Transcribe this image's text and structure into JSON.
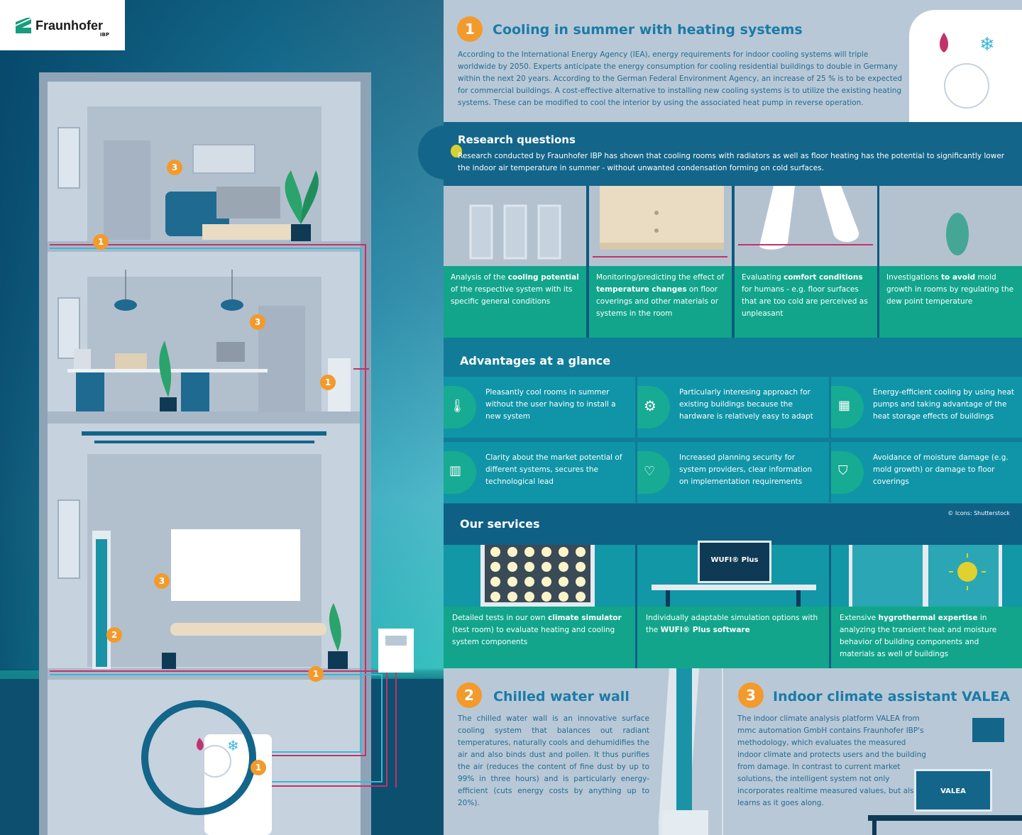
{
  "logo": {
    "name": "Fraunhofer",
    "sub": "IBP"
  },
  "left": {
    "markers": [
      "3",
      "1",
      "3",
      "1",
      "3",
      "2",
      "1",
      "1"
    ]
  },
  "sec1": {
    "number": "1",
    "title": "Cooling in summer with heating systems",
    "body": "According to the International Energy Agency (IEA), energy requirements for indoor cooling systems will triple worldwide by 2050. Experts anticipate the energy consumption for cooling residential buildings to double in Germany within the next 20 years. According to the German Federal Environment Agency, an increase of 25 % is to be expected for commercial buildings. A cost-effective alternative to installing new cooling systems is to utilize the existing heating systems. These can be modified to cool the interior by using the associated heat pump in reverse operation."
  },
  "research": {
    "title": "Research questions",
    "body": "Research conducted by Fraunhofer IBP has shown that cooling rooms with radiators as well as floor heating has the potential to significantly lower the indoor air temperature in summer - without unwanted condensation forming on cold surfaces."
  },
  "cards": [
    {
      "pre": "Analysis of the ",
      "bold": "cooling potential",
      "post": " of the respective system with its specific general conditions"
    },
    {
      "pre": "Monitoring/predicting the effect of ",
      "bold": "temperature changes",
      "post": " on floor coverings and other materials or systems in the room"
    },
    {
      "pre": "Evaluating ",
      "bold": "comfort conditions",
      "post": " for humans - e.g. floor surfaces that are too cold are perceived as unpleasant"
    },
    {
      "pre": "Investigations ",
      "bold": "to avoid",
      "post": " mold growth in rooms by regulating the dew point temperature"
    }
  ],
  "advantages": {
    "title": "Advantages at a glance",
    "items": [
      "Pleasantly cool rooms in summer without the user having to install a new system",
      "Particularly interesing approach for existing buildings because the hardware is relatively easy to adapt",
      "Energy-efficient cooling by using heat pumps and taking advantage of the heat storage effects of buildings",
      "Clarity about the market potential of different systems, secures the technological lead",
      "Increased planning security for system providers, clear information on implementation requirements",
      "Avoidance of moisture damage (e.g. mold growth) or damage to floor coverings"
    ],
    "credit": "© Icons: Shutterstock"
  },
  "services": {
    "title": "Our services",
    "wufi_label": "WUFI® Plus",
    "items": [
      {
        "pre": "Detailed tests in our own ",
        "bold": "climate simulator",
        "post": " (test room) to evaluate heating and cooling system components"
      },
      {
        "pre": "Individually adaptable simulation options with the ",
        "bold": "WUFI® Plus software",
        "post": ""
      },
      {
        "pre": "Extensive ",
        "bold": "hygrothermal expertise",
        "post": " in analyzing the transient heat and moisture behavior of building components and materials as well of buildings"
      }
    ]
  },
  "wall": {
    "number": "2",
    "title": "Chilled water wall",
    "body": "The chilled water wall is an innovative surface cooling system that balances out radiant temperatures, naturally cools and dehumidifies the air and also binds dust and pollen. It thus purifies the air (reduces the content of fine dust by up to 99% in three hours) and is particularly energy-efficient (cuts energy costs by anything up to 20%)."
  },
  "valea": {
    "number": "3",
    "title": "Indoor climate assistant VALEA",
    "body": "The indoor climate analysis platform VALEA from mmc automation GmbH contains Fraunhofer IBP's methodology, which evaluates the measured indoor climate and protects users and the building from damage. In contrast to current market solutions, the intelligent system not only incorporates realtime measured values, but also learns as it goes along.",
    "screen_label": "VALEA"
  },
  "colors": {
    "orange": "#f39a2c",
    "teal": "#12a58c",
    "navy": "#136589",
    "title_blue": "#1a7ba8"
  }
}
